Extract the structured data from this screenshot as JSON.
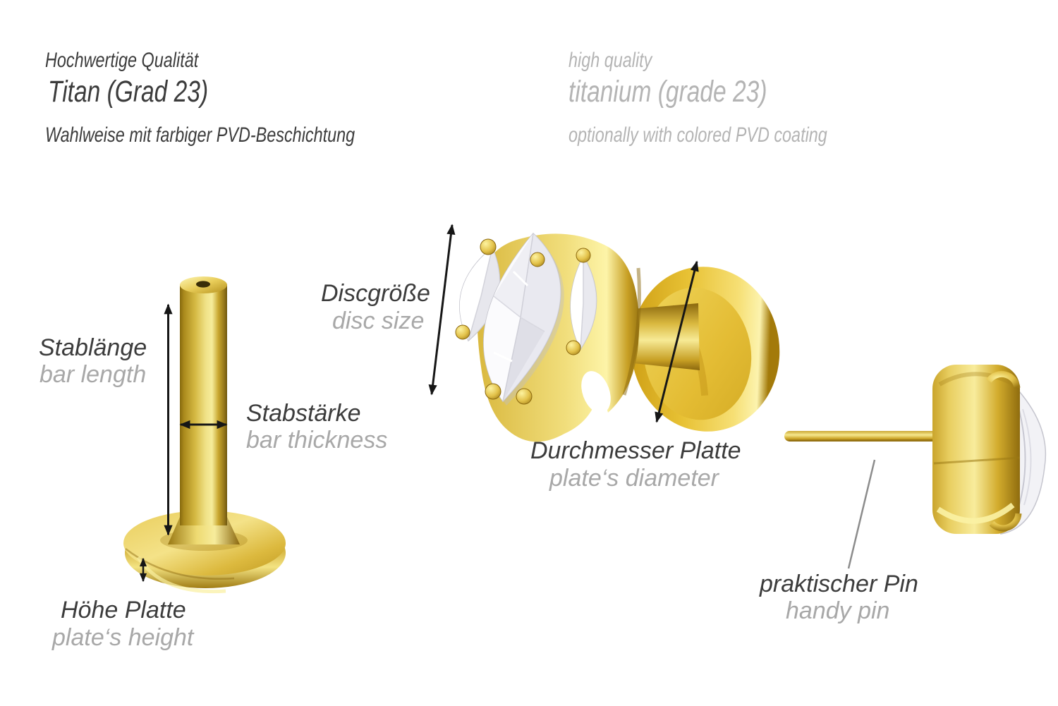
{
  "title_block": {
    "german": {
      "line1": "Hochwertige Qualität",
      "line2": "Titan (Grad 23)",
      "line3": "Wahlweise mit farbiger PVD-Beschichtung"
    },
    "english": {
      "line1": "high quality",
      "line2": "titanium (grade 23)",
      "line3": "optionally with colored PVD coating"
    }
  },
  "dimension_labels": {
    "bar_length": {
      "de": "Stablänge",
      "en": "bar length"
    },
    "bar_thickness": {
      "de": "Stabstärke",
      "en": "bar thickness"
    },
    "plate_height": {
      "de": "Höhe Platte",
      "en": "plate‘s height"
    },
    "disc_size": {
      "de": "Discgröße",
      "en": "disc size"
    },
    "plate_diameter": {
      "de": "Durchmesser Platte",
      "en": "plate‘s diameter"
    },
    "handy_pin": {
      "de": "praktischer Pin",
      "en": "handy pin"
    }
  },
  "colors": {
    "gold_mid": "#d9b63a",
    "gold_highlight": "#f9efa0",
    "gold_shadow": "#8a670e",
    "text_dark": "#3c3c3c",
    "text_gray_header": "#b4b4b4",
    "text_gray_label": "#a8a8a8",
    "arrow": "#161616",
    "leader_line": "#8c8c8c",
    "crystal": "#f2f2f5"
  }
}
